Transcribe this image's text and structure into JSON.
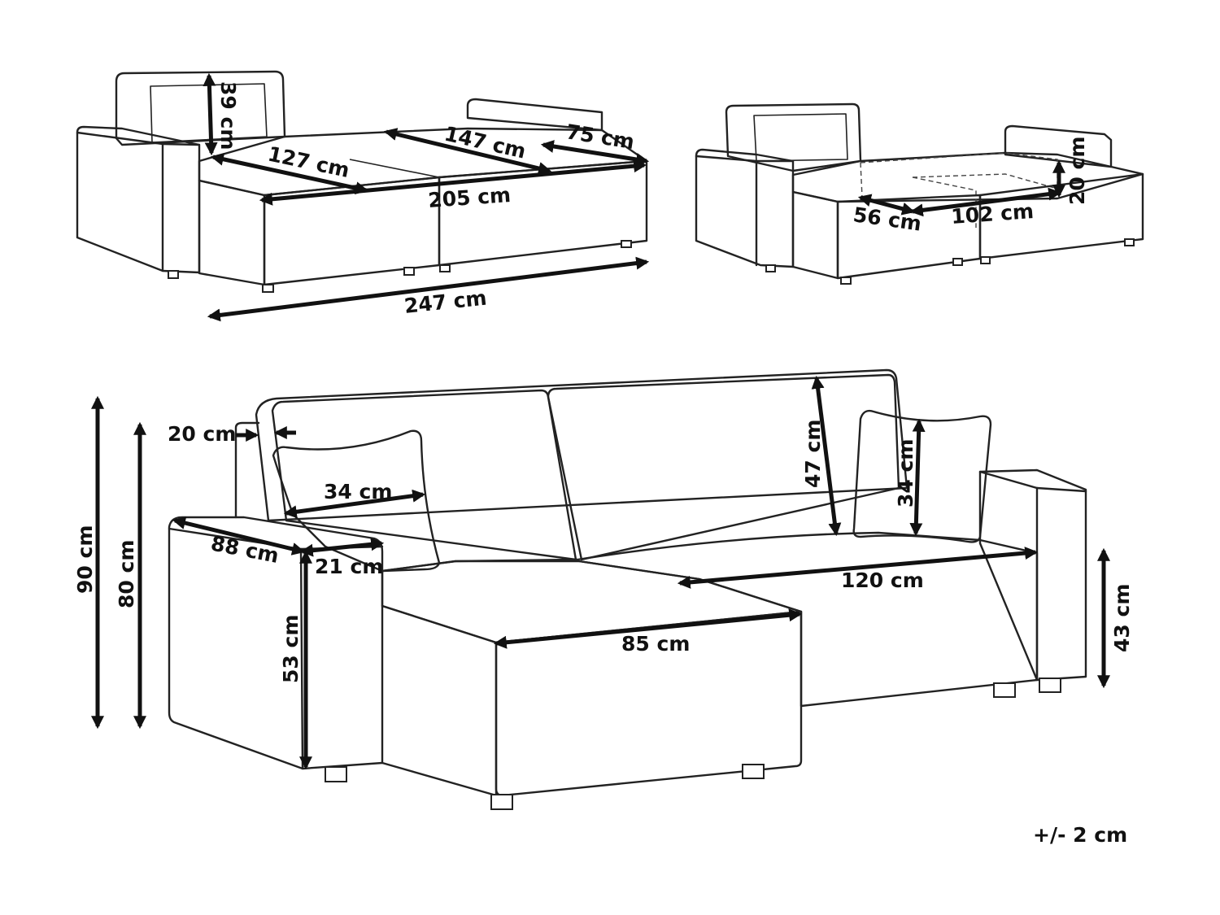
{
  "dimensions": {
    "top_left": {
      "backrest_height": "39 cm",
      "seat_127": "127 cm",
      "seat_147": "147 cm",
      "armrest_75": "75 cm",
      "seat_205": "205 cm",
      "total_width": "247 cm"
    },
    "top_right": {
      "storage_height": "20 cm",
      "storage_depth": "56 cm",
      "storage_length": "102 cm"
    },
    "main": {
      "back_thickness": "20 cm",
      "total_height": "90 cm",
      "back_height": "80 cm",
      "arm_depth": "88 cm",
      "arm_width": "21 cm",
      "arm_height": "53 cm",
      "pillow_width": "34 cm",
      "pillow_height": "34 cm",
      "backrest_47": "47 cm",
      "seat_120": "120 cm",
      "chaise_85": "85 cm",
      "seat_height": "43 cm"
    }
  },
  "tolerance": "+/- 2 cm"
}
